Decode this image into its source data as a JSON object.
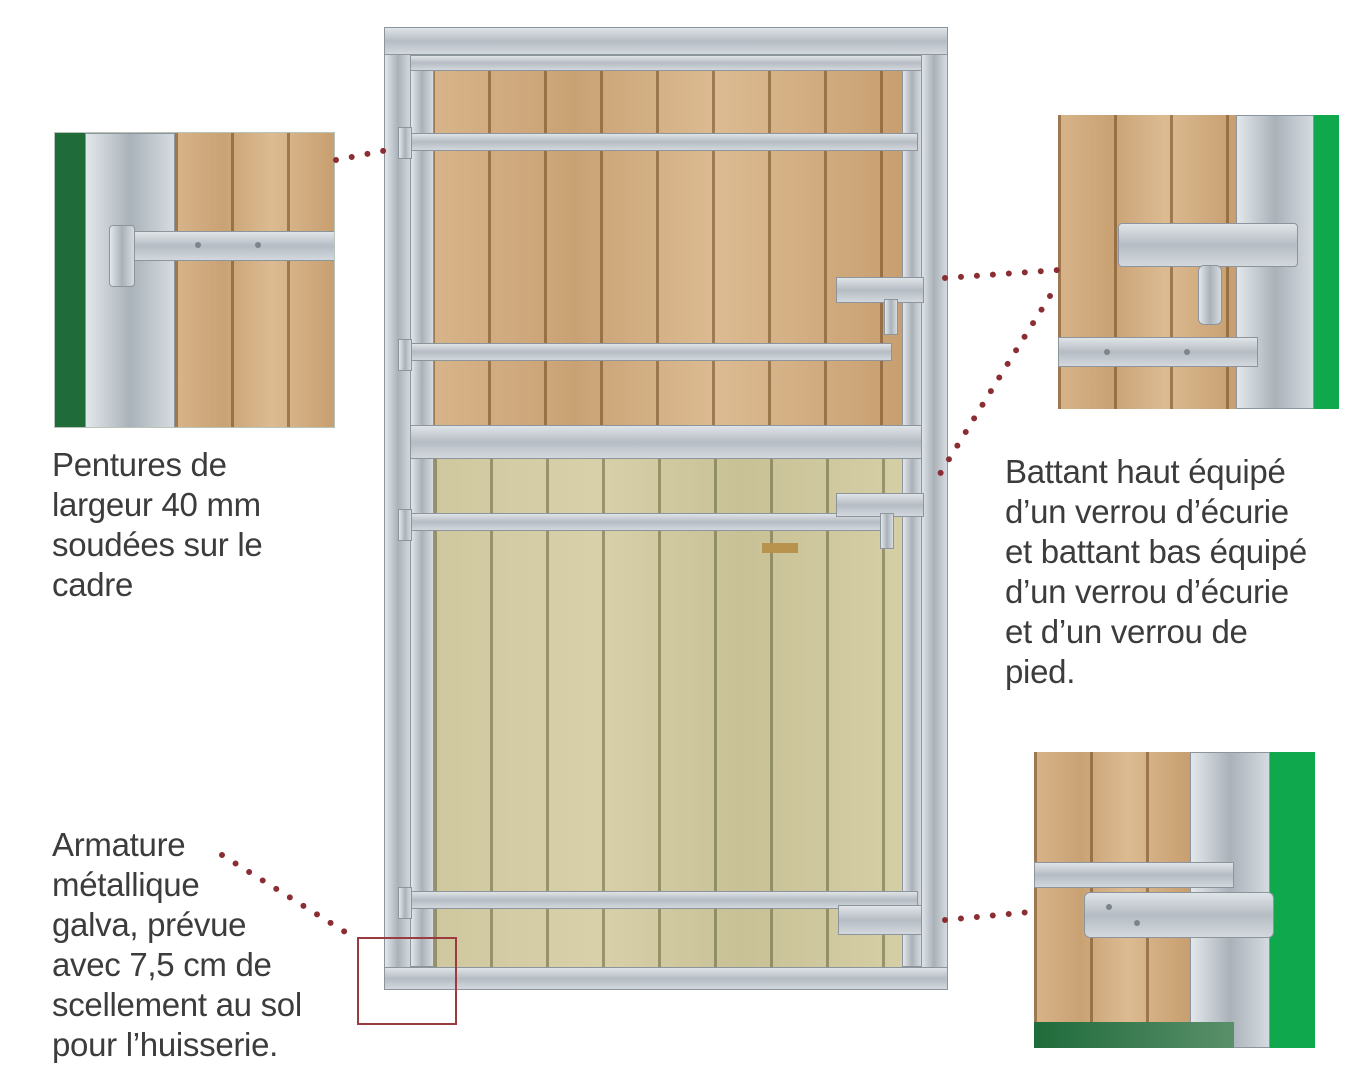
{
  "captions": {
    "hinges": "Pentures de\nlargeur 40 mm\nsoudées sur le\ncadre",
    "locks": "Battant haut équipé\nd’un verrou d’écurie\net battant bas équipé\nd’un verrou d’écurie\net d’un verrou de\npied.",
    "frame": "Armature\nmétallique\ngalva, prévue\navec 7,5 cm de\nscellement au sol\npour l’huisserie."
  },
  "colors": {
    "callout_dots": "#8b2e33",
    "highlight_box": "#9b3a3f",
    "green_dark": "#1f6b3a",
    "green_bright": "#10a84c",
    "caption_text": "#3c3c3c"
  },
  "icons": {
    "hinge": "hinge-icon",
    "stable_bolt": "stable-bolt-icon",
    "foot_bolt": "foot-bolt-icon"
  }
}
